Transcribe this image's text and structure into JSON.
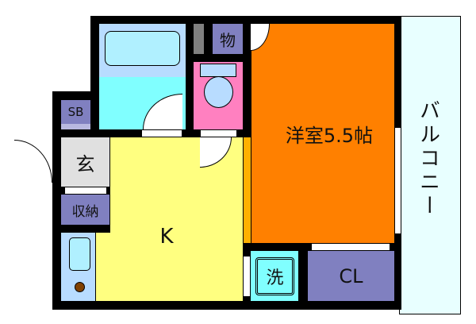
{
  "rooms": {
    "western_room": "洋室5.5帖",
    "kitchen": "K",
    "entrance": "玄",
    "storage": "収納",
    "shoe_box": "SB",
    "closet": "CL",
    "laundry": "洗",
    "storeroom": "物",
    "balcony": "バルコニー"
  },
  "colors": {
    "western_room": "#ff8000",
    "kitchen": "#ffff80",
    "bath": "#80ffff",
    "toilet": "#ff80c0",
    "closet": "#8080c0",
    "balcony": "#e8ffff"
  }
}
